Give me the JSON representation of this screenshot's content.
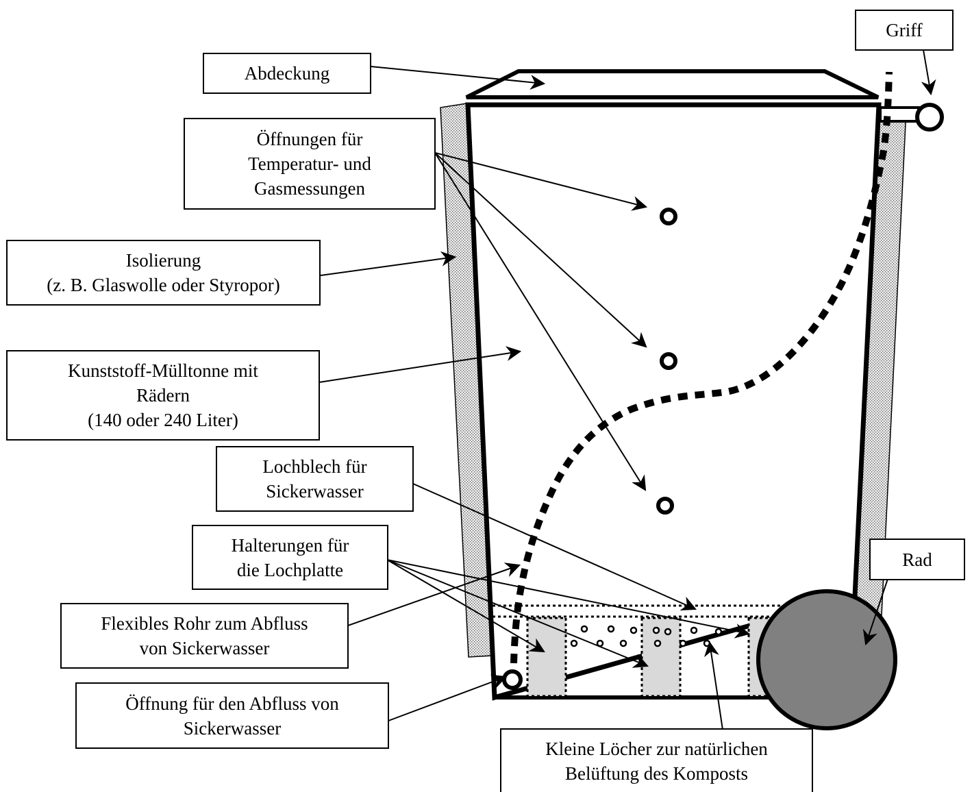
{
  "colors": {
    "line": "#000000",
    "insulation_fill": "#d9d9d9",
    "bracket_fill": "#d9d9d9",
    "wheel_fill": "#808080",
    "background": "#ffffff"
  },
  "labels": {
    "griff": "Griff",
    "abdeckung": "Abdeckung",
    "oeffnungen_messung": [
      "Öffnungen für",
      "Temperatur- und",
      "Gasmessungen"
    ],
    "isolierung": [
      "Isolierung",
      "(z. B. Glaswolle oder Styropor)"
    ],
    "tonne": [
      "Kunststoff-Mülltonne mit",
      "Rädern",
      "(140 oder 240 Liter)"
    ],
    "lochblech": [
      "Lochblech für",
      "Sickerwasser"
    ],
    "halterungen": [
      "Halterungen für",
      "die Lochplatte"
    ],
    "rohr": [
      "Flexibles Rohr zum Abfluss",
      "von Sickerwasser"
    ],
    "oeffnung_abfluss": [
      "Öffnung für den Abfluss von",
      "Sickerwasser"
    ],
    "rad": "Rad",
    "loecher": [
      "Kleine Löcher zur natürlichen",
      "Belüftung des Komposts"
    ]
  },
  "icons": {
    "wheel": "wheel-icon",
    "handle": "handle-ring-icon",
    "measurement_port": "ring-icon",
    "drain_opening": "ring-icon"
  }
}
